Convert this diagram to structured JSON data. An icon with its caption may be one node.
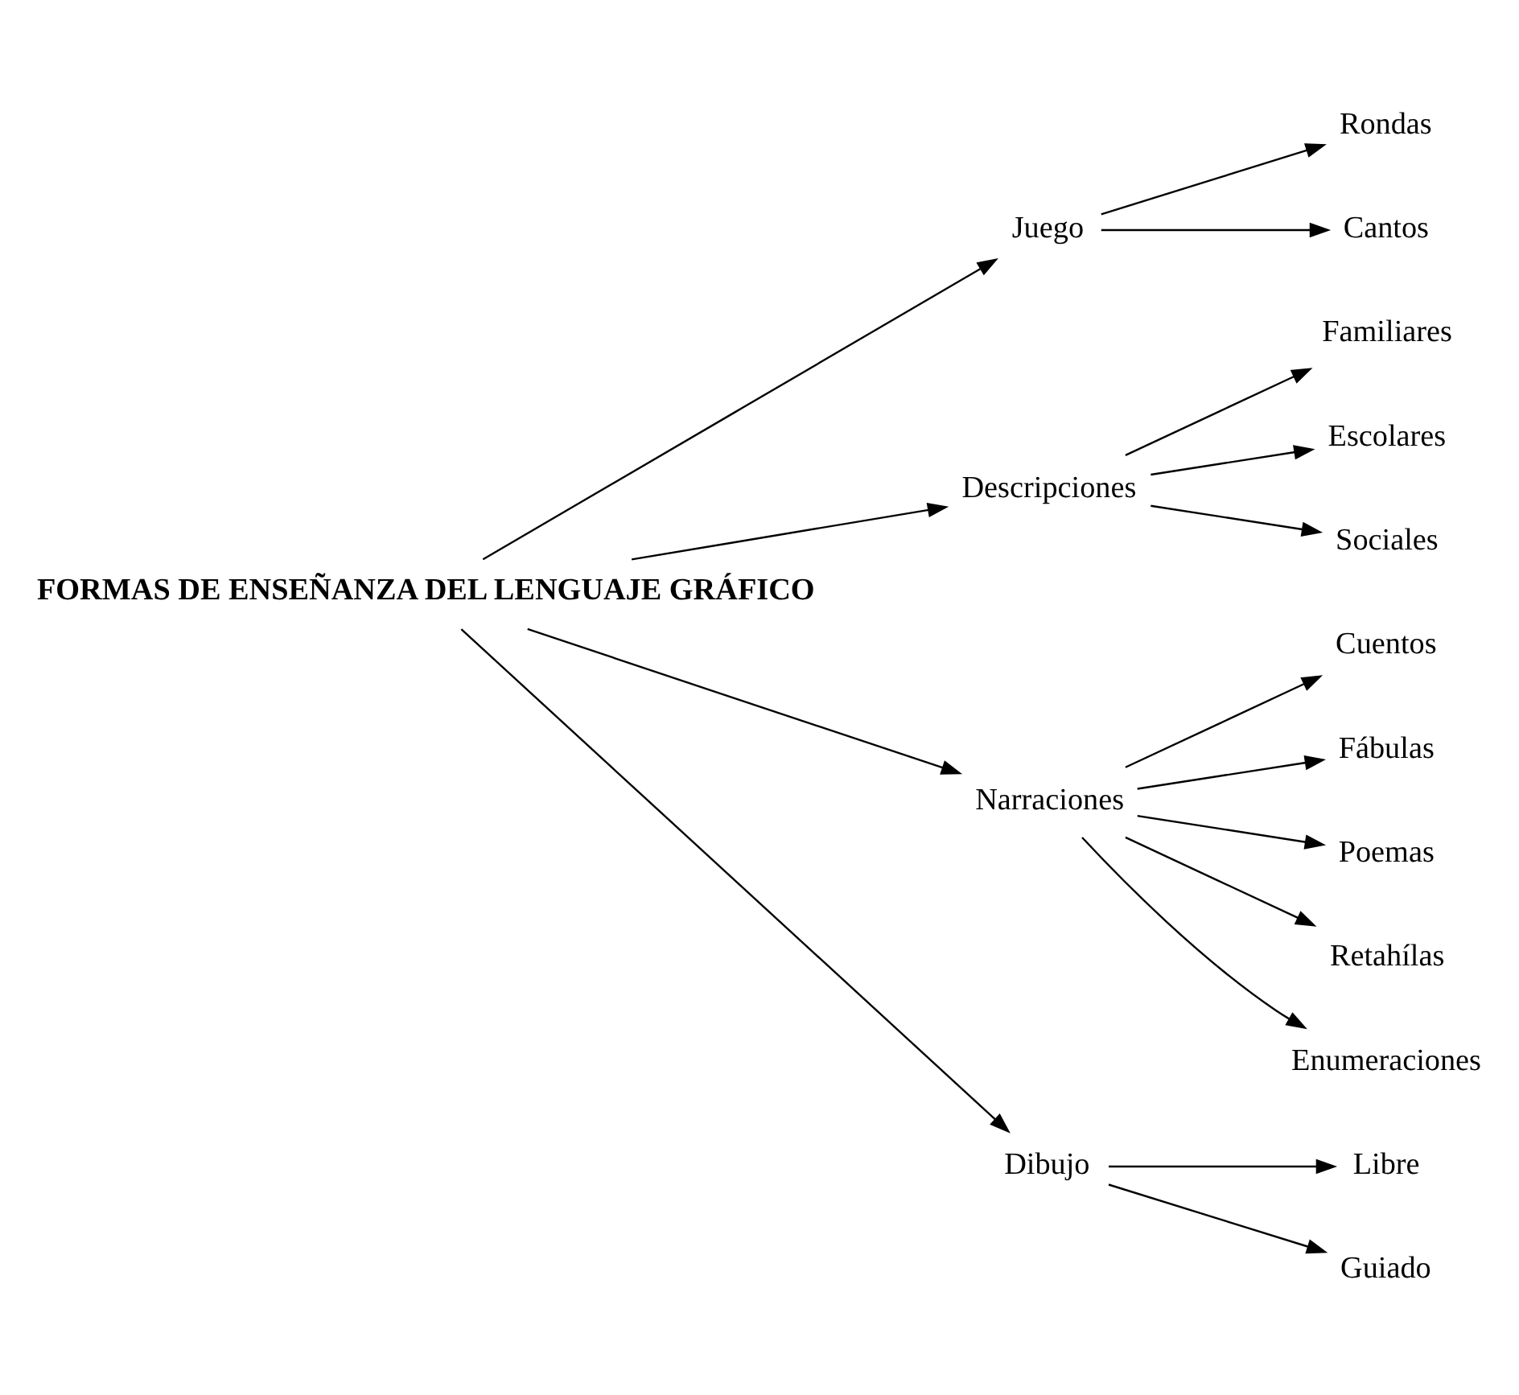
{
  "diagram": {
    "nodes": [
      {
        "text": [
          "FORMAS DE ENSEÑANZA DEL LENGUAJE GRÁFICO"
        ]
      },
      {
        "text": [
          "Juego"
        ]
      },
      {
        "text": [
          "Descripciones"
        ]
      },
      {
        "text": [
          "Narraciones"
        ]
      },
      {
        "text": [
          "Dibujo"
        ]
      },
      {
        "text": [
          "Rondas"
        ]
      },
      {
        "text": [
          "Cantos"
        ]
      },
      {
        "text": [
          "Familiares"
        ]
      },
      {
        "text": [
          "Escolares"
        ]
      },
      {
        "text": [
          "Sociales"
        ]
      },
      {
        "text": [
          "Cuentos"
        ]
      },
      {
        "text": [
          "Fábulas"
        ]
      },
      {
        "text": [
          "Poemas"
        ]
      },
      {
        "text": [
          "Retahílas"
        ]
      },
      {
        "text": [
          "Enumeraciones"
        ]
      },
      {
        "text": [
          "Libre"
        ]
      },
      {
        "text": [
          "Guiado"
        ]
      }
    ],
    "edges": [
      {
        "from": 0,
        "to": 1,
        "arrow": "to"
      },
      {
        "from": 0,
        "to": 2,
        "arrow": "to"
      },
      {
        "from": 0,
        "to": 3,
        "arrow": "to"
      },
      {
        "from": 0,
        "to": 4,
        "arrow": "to"
      },
      {
        "from": 1,
        "to": 5,
        "arrow": "to"
      },
      {
        "from": 1,
        "to": 6,
        "arrow": "to"
      },
      {
        "from": 2,
        "to": 7,
        "arrow": "to"
      },
      {
        "from": 2,
        "to": 8,
        "arrow": "to"
      },
      {
        "from": 2,
        "to": 9,
        "arrow": "to"
      },
      {
        "from": 3,
        "to": 10,
        "arrow": "to"
      },
      {
        "from": 3,
        "to": 11,
        "arrow": "to"
      },
      {
        "from": 3,
        "to": 12,
        "arrow": "to"
      },
      {
        "from": 3,
        "to": 13,
        "arrow": "to"
      },
      {
        "from": 3,
        "to": 14,
        "arrow": "to"
      },
      {
        "from": 4,
        "to": 15,
        "arrow": "to"
      },
      {
        "from": 4,
        "to": 16,
        "arrow": "to"
      }
    ]
  }
}
